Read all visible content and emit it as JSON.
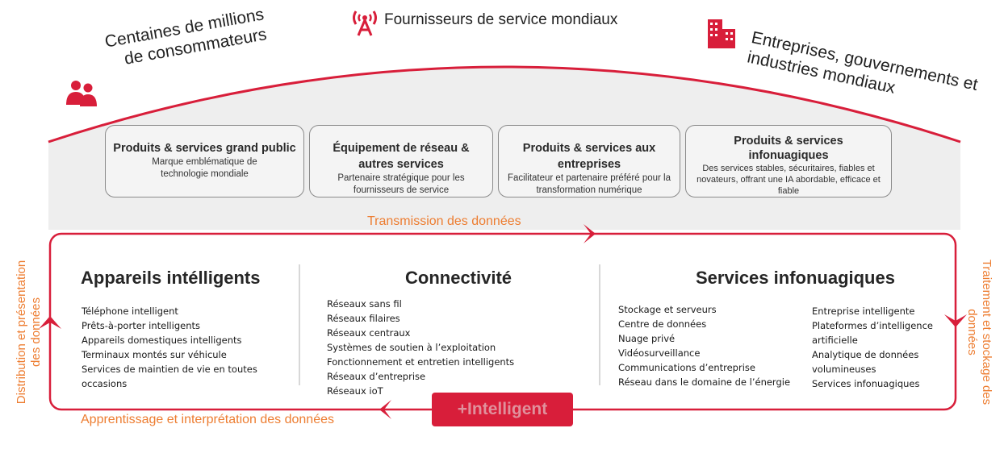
{
  "header": {
    "consumers": {
      "icon": "people-icon",
      "line1": "Centaines de millions",
      "line2": "de consommateurs"
    },
    "providers": {
      "icon": "antenna-icon",
      "label": "Fournisseurs de service mondiaux"
    },
    "enterprises": {
      "icon": "buildings-icon",
      "line1": "Entreprises, gouvernements et",
      "line2": "industries mondiaux"
    }
  },
  "cards": [
    {
      "title": "Produits & services grand public",
      "desc": "Marque emblématique de technologie mondiale"
    },
    {
      "title": "Équipement de réseau & autres services",
      "desc": "Partenaire stratégique pour les fournisseurs de service"
    },
    {
      "title": "Produits & services aux entreprises",
      "desc": "Facilitateur et partenaire préféré pour la transformation numérique"
    },
    {
      "title": "Produits & services infonuagiques",
      "desc": "Des services stables, sécuritaires, fiables et novateurs, offrant une IA abordable, efficace et fiable"
    }
  ],
  "flow": {
    "top": "Transmission des données",
    "bottom": "Apprentissage et interprétation des données",
    "left": "Distribution et présentation des données",
    "right": "Traitement et stockage des données",
    "center_button": "+Intelligent"
  },
  "sections": {
    "devices": {
      "title": "Appareils intélligents",
      "items": [
        "Téléphone intelligent",
        "Prêts-à-porter intelligents",
        "Appareils domestiques intelligents",
        "Terminaux montés sur véhicule",
        "Services de maintien de vie en toutes",
        "occasions"
      ]
    },
    "connectivity": {
      "title": "Connectivité",
      "items": [
        "Réseaux sans fil",
        "Réseaux filaires",
        "Réseaux centraux",
        "Systèmes de soutien à l’exploitation",
        "Fonctionnement et entretien intelligents",
        "Réseaux d’entreprise",
        "Réseaux ioT"
      ]
    },
    "cloud": {
      "title": "Services infonuagiques",
      "left_items": [
        "Stockage et serveurs",
        "Centre de données",
        "Nuage privé",
        "Vidéosurveillance",
        "Communications d’entreprise",
        "Réseau dans le domaine de l’énergie"
      ],
      "right_items": [
        "Entreprise intelligente",
        "Plateformes d’intelligence",
        "artificielle",
        "Analytique de données",
        "volumineuses",
        "Services infonuagiques"
      ]
    }
  },
  "colors": {
    "accent_red": "#d81e3a",
    "orange": "#ed7d31",
    "dome_gray": "#eeeeee"
  }
}
